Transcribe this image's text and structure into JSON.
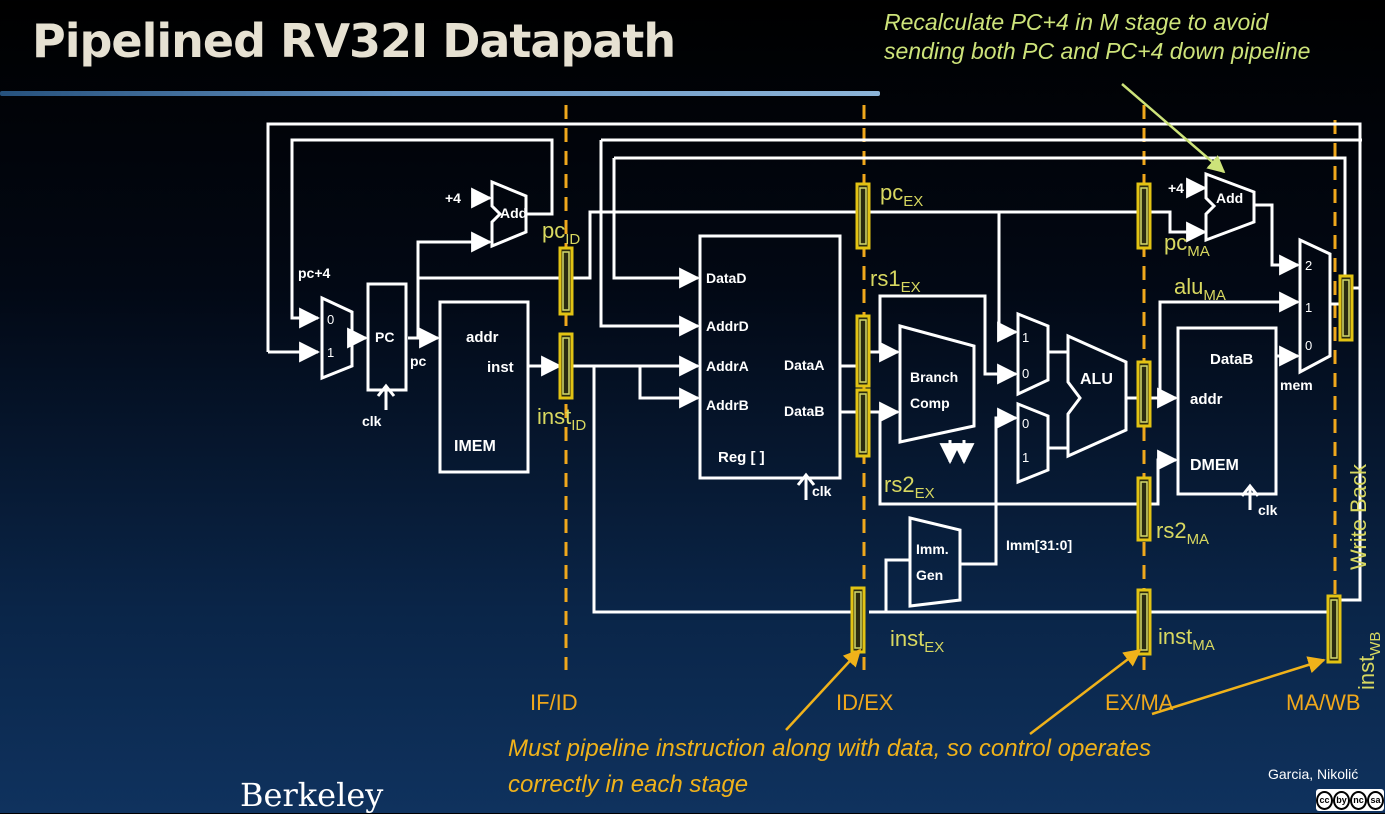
{
  "title": "Pipelined RV32I Datapath",
  "annotations": {
    "top": "Recalculate PC+4 in M stage to avoid sending both PC and PC+4 down pipeline",
    "bottom": "Must pipeline instruction along with data, so control operates correctly in each stage"
  },
  "footer": {
    "logo_text": "Berkeley",
    "credit": "Garcia, Nikolić",
    "license_badge": [
      "cc",
      "by",
      "nc",
      "sa"
    ]
  },
  "stages": [
    "IF/ID",
    "ID/EX",
    "EX/MA",
    "MA/WB"
  ],
  "write_back_label": "Write Back",
  "blocks": {
    "pc": "PC",
    "pc_wire": "pc",
    "clk": "clk",
    "pc_plus4": "pc+4",
    "plus4": "+4",
    "add": "Add",
    "imem_addr": "addr",
    "imem_inst": "inst",
    "imem": "IMEM",
    "reg_datad": "DataD",
    "reg_addrd": "AddrD",
    "reg_addra": "AddrA",
    "reg_addrb": "AddrB",
    "reg_dataa": "DataA",
    "reg_datab": "DataB",
    "reg": "Reg [ ]",
    "branch_comp_1": "Branch",
    "branch_comp_2": "Comp",
    "imm_gen_1": "Imm.",
    "imm_gen_2": "Gen",
    "imm_wire": "Imm[31:0]",
    "alu": "ALU",
    "dmem_datab": "DataB",
    "dmem_addr": "addr",
    "dmem": "DMEM",
    "mem": "mem",
    "mux_0": "0",
    "mux_1": "1",
    "mux_2": "2"
  },
  "pipe_labels": {
    "pc_id": {
      "base": "pc",
      "sub": "ID"
    },
    "inst_id": {
      "base": "inst",
      "sub": "ID"
    },
    "pc_ex": {
      "base": "pc",
      "sub": "EX"
    },
    "rs1_ex": {
      "base": "rs1",
      "sub": "EX"
    },
    "rs2_ex": {
      "base": "rs2",
      "sub": "EX"
    },
    "inst_ex": {
      "base": "inst",
      "sub": "EX"
    },
    "pc_ma": {
      "base": "pc",
      "sub": "MA"
    },
    "alu_ma": {
      "base": "alu",
      "sub": "MA"
    },
    "rs2_ma": {
      "base": "rs2",
      "sub": "MA"
    },
    "inst_ma": {
      "base": "inst",
      "sub": "MA"
    },
    "inst_wb": {
      "base": "inst",
      "sub": "WB"
    }
  },
  "colors": {
    "wire": "#ffffff",
    "pipeline_register_fill": "#d4d96a",
    "pipeline_register_border": "#e2c313",
    "stage_divider": "#f0a81c",
    "label_yellow": "#d8d860",
    "annotation_top": "#cde37a",
    "annotation_bottom": "#f0b21a"
  }
}
